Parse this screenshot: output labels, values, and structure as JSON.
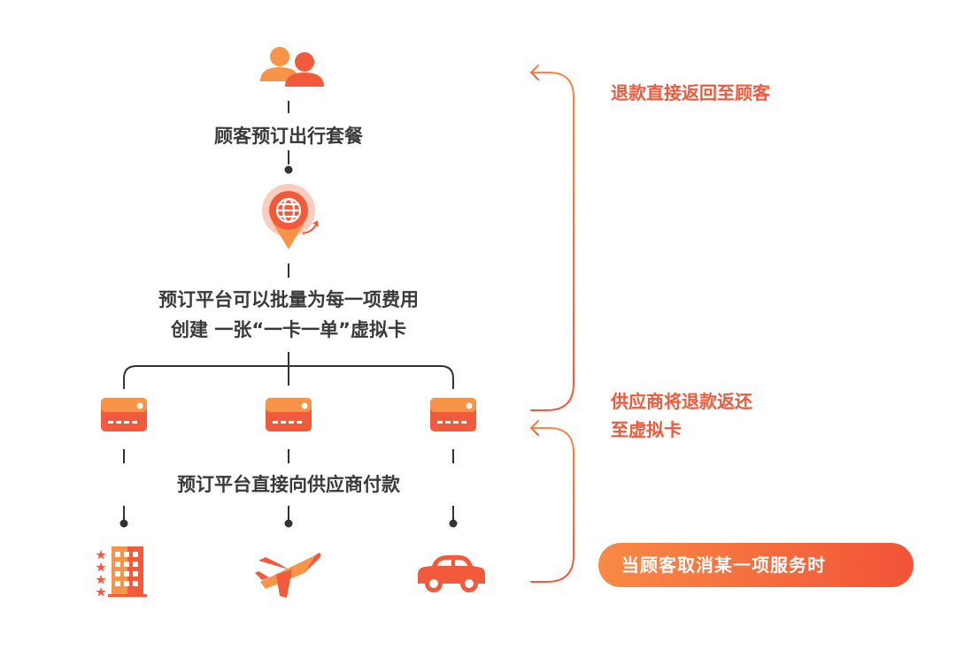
{
  "flow": {
    "step1": "顾客预订出行套餐",
    "step2_line1": "预订平台可以批量为每一项费用",
    "step2_line2": "创建 一张“一卡一单”虚拟卡",
    "step3": "预订平台直接向供应商付款"
  },
  "refund_flow": {
    "top_label": "退款直接返回至顾客",
    "middle_label_line1": "供应商将退款返还",
    "middle_label_line2": "至虚拟卡",
    "trigger_pill": "当顾客取消某一项服务时"
  },
  "icons": {
    "customers": "customers-icon",
    "platform": "globe-pin-icon",
    "cards": [
      "card-icon",
      "card-icon",
      "card-icon"
    ],
    "suppliers": [
      "hotel-icon",
      "airplane-icon",
      "car-icon"
    ]
  },
  "colors": {
    "accent": "#f25a3c",
    "accent_light": "#f8934a",
    "text_dark": "#3a3a3a",
    "connector": "#333333"
  }
}
